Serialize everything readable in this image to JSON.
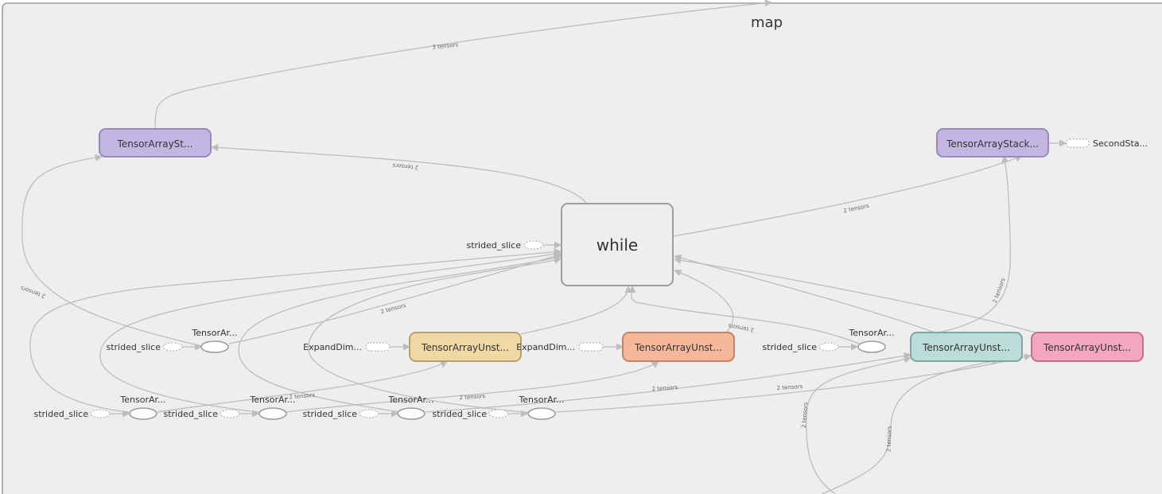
{
  "graph": {
    "title": "map",
    "colors": {
      "background": "#eeeeee",
      "border": "#9e9e9e",
      "edge": "#bdbdbd",
      "purple": "#c3b6e3",
      "purple_border": "#9b87bd",
      "tan": "#f1d9a6",
      "tan_border": "#b8a073",
      "salmon": "#f5b89a",
      "salmon_border": "#c08366",
      "teal": "#bcdcda",
      "teal_border": "#7fa6a3",
      "pink": "#f4a5bf",
      "pink_border": "#c3708f",
      "while_fill": "#eeeeee"
    },
    "meta_nodes": [
      {
        "id": "tas_left",
        "label": "TensorArraySt...",
        "color": "purple"
      },
      {
        "id": "tas_right",
        "label": "TensorArrayStack...",
        "color": "purple"
      },
      {
        "id": "while",
        "label": "while",
        "color": "while_fill"
      },
      {
        "id": "tau_tan",
        "label": "TensorArrayUnst...",
        "color": "tan"
      },
      {
        "id": "tau_salmon",
        "label": "TensorArrayUnst...",
        "color": "salmon"
      },
      {
        "id": "tau_teal",
        "label": "TensorArrayUnst...",
        "color": "teal"
      },
      {
        "id": "tau_pink",
        "label": "TensorArrayUnst...",
        "color": "pink"
      }
    ],
    "op_labels": [
      {
        "id": "op1",
        "label": "TensorAr..."
      },
      {
        "id": "op2",
        "label": "TensorAr..."
      },
      {
        "id": "op3",
        "label": "TensorAr..."
      },
      {
        "id": "op4",
        "label": "TensorAr..."
      },
      {
        "id": "op5",
        "label": "TensorAr..."
      },
      {
        "id": "op6",
        "label": "TensorAr..."
      }
    ],
    "const_labels": [
      {
        "id": "c_while",
        "label": "strided_slice"
      },
      {
        "id": "c1",
        "label": "strided_slice"
      },
      {
        "id": "c2",
        "label": "strided_slice"
      },
      {
        "id": "c3",
        "label": "strided_slice"
      },
      {
        "id": "c4",
        "label": "strided_slice"
      },
      {
        "id": "c5",
        "label": "strided_slice"
      },
      {
        "id": "c6",
        "label": "strided_slice"
      },
      {
        "id": "e1",
        "label": "ExpandDim..."
      },
      {
        "id": "e2",
        "label": "ExpandDim..."
      },
      {
        "id": "sec",
        "label": "SecondSta..."
      }
    ],
    "edge_labels": {
      "three_tensors": "3 tensors",
      "two_tensors": "2 tensors"
    }
  }
}
